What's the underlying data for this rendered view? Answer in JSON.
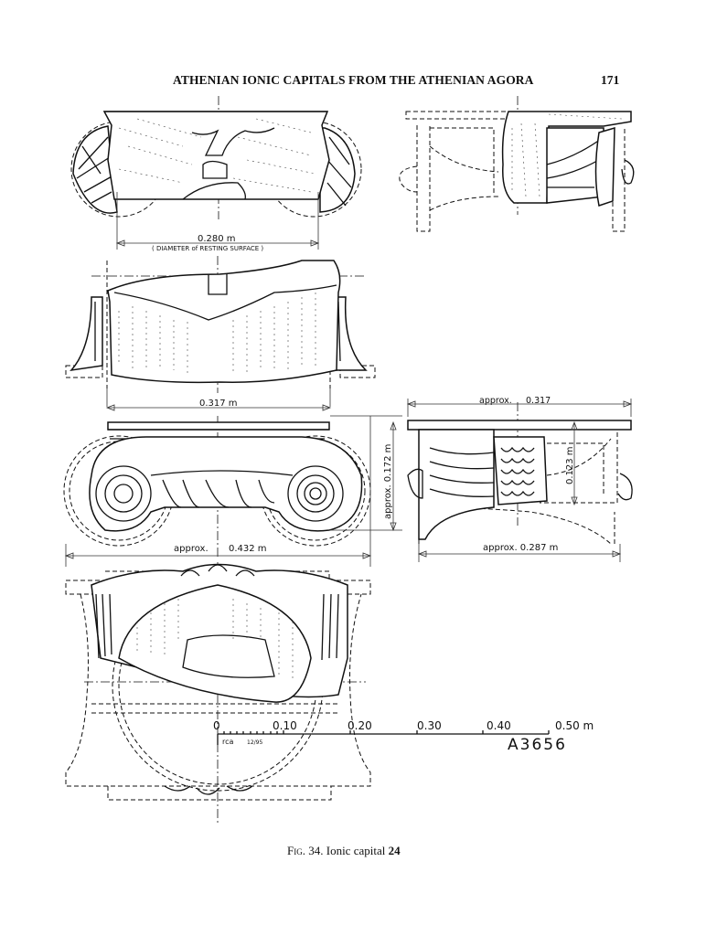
{
  "header": {
    "running_title": "ATHENIAN IONIC CAPITALS FROM THE ATHENIAN AGORA",
    "page_number": "171"
  },
  "figure": {
    "caption_prefix": "Fig. 34.",
    "caption_text": "Ionic capital",
    "caption_number": "24",
    "views": [
      {
        "name": "top-view",
        "label": "0.280 m",
        "sublabel": "( DIAMETER of RESTING SURFACE )"
      },
      {
        "name": "side-section-top-right"
      },
      {
        "name": "rear-view",
        "label": "0.317 m"
      },
      {
        "name": "front-view",
        "label_prefix": "approx.",
        "label": "0.432 m",
        "height_label": "approx. 0.172 m"
      },
      {
        "name": "side-view-right",
        "top_label_prefix": "approx.",
        "top_label": "0.317",
        "height_label": "0.123 m",
        "bottom_label": "approx. 0.287 m"
      },
      {
        "name": "bottom-view"
      }
    ],
    "scale_bar": {
      "ticks": [
        "0",
        "0.10",
        "0.20",
        "0.30",
        "0.40",
        "0.50 m"
      ],
      "initials": "rca",
      "date": "12/95",
      "inventory_number": "A3656"
    }
  }
}
